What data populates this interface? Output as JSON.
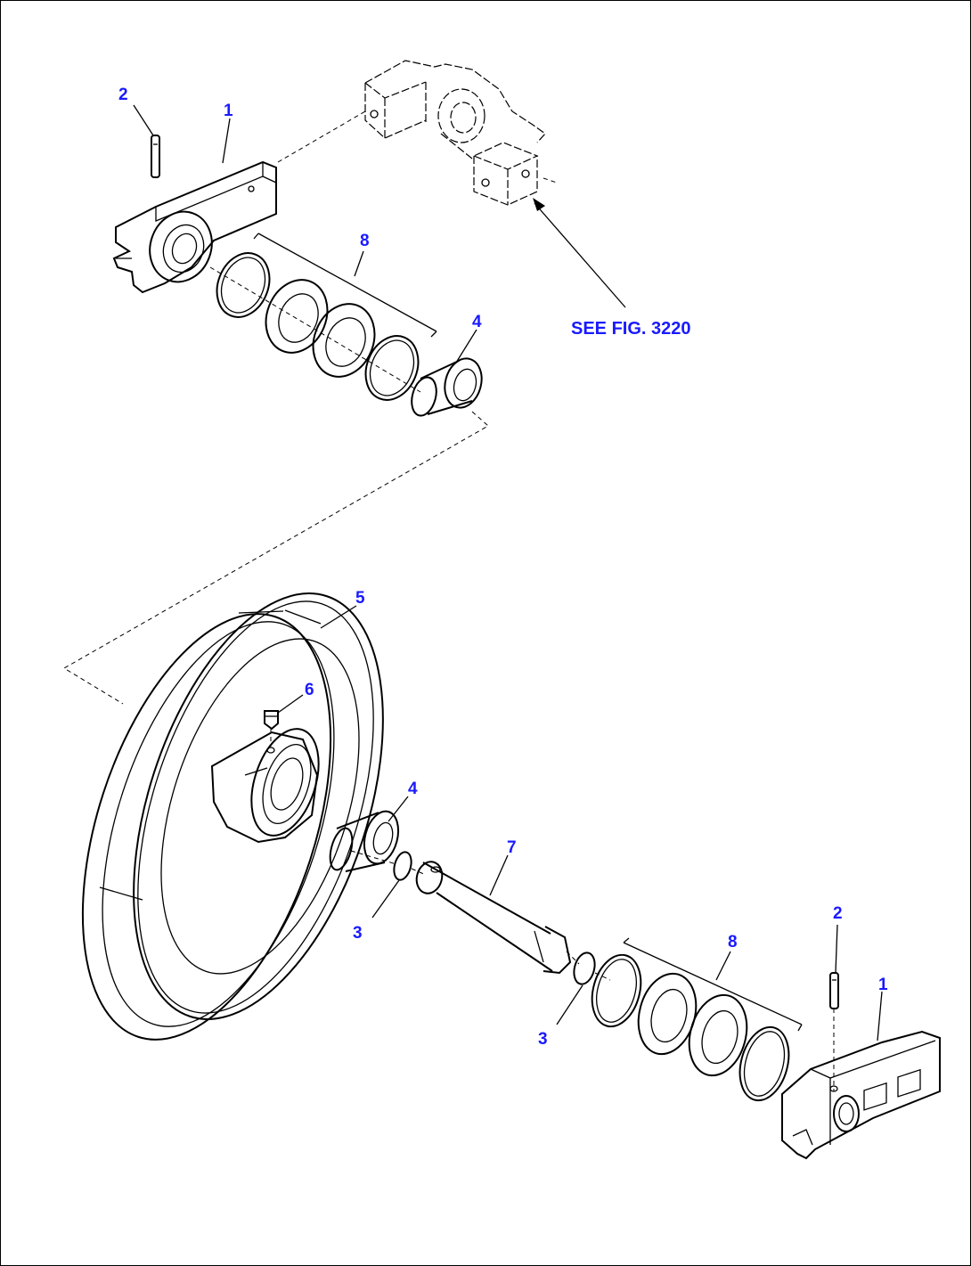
{
  "diagram": {
    "reference_note": "SEE FIG. 3220",
    "callouts": {
      "top_pin": "2",
      "top_bracket": "1",
      "top_seal_group": "8",
      "top_bushing": "4",
      "idler_wheel": "5",
      "plug": "6",
      "lower_bushing": "4",
      "shaft": "7",
      "ring_left": "3",
      "ring_right": "3",
      "lower_seal_group": "8",
      "lower_pin": "2",
      "lower_bracket": "1"
    }
  }
}
